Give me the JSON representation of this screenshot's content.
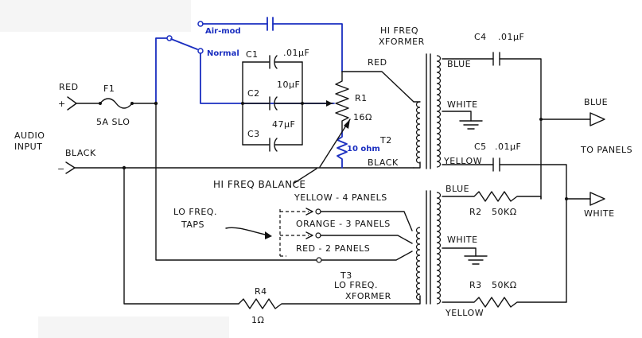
{
  "labels": {
    "air_mod": "Air-mod",
    "normal": "Normal",
    "c1": "C1",
    "c1_value": ".01μF",
    "c2": "C2",
    "c2_value": "10μF",
    "c3": "C3",
    "c3_value": "47μF",
    "r1": "R1",
    "r1_value": "16Ω",
    "ten_ohm": "10 ohm",
    "t2": "T2",
    "t2_title_1": "HI FREQ",
    "t2_title_2": "XFORMER",
    "red_t2": "RED",
    "black_t2": "BLACK",
    "blue_t2": "BLUE",
    "white_t2": "WHITE",
    "yellow_t2": "YELLOW",
    "c4": "C4",
    "c4_value": ".01μF",
    "c5": "C5",
    "c5_value": ".01μF",
    "blue_out": "BLUE",
    "to_panels": "TO PANELS",
    "white_out": "WHITE",
    "red_in": "RED",
    "f1": "F1",
    "fuse": "5A SLO",
    "audio_1": "AUDIO",
    "audio_2": "INPUT",
    "black_in": "BLACK",
    "plus": "+",
    "minus": "−",
    "hf_balance": "HI FREQ BALANCE",
    "lo_freq_1": "LO FREQ.",
    "lo_freq_2": "TAPS",
    "tap_yellow": "YELLOW - 4 PANELS",
    "tap_orange": "ORANGE - 3 PANELS",
    "tap_red": "RED - 2 PANELS",
    "blue_t3": "BLUE",
    "white_t3": "WHITE",
    "yellow_t3": "YELLOW",
    "r2": "R2",
    "r2_value": "50KΩ",
    "r3": "R3",
    "r3_value": "50KΩ",
    "t3": "T3",
    "t3_title_1": "LO FREQ.",
    "t3_title_2": "XFORMER",
    "r4": "R4",
    "r4_value": "1Ω"
  }
}
